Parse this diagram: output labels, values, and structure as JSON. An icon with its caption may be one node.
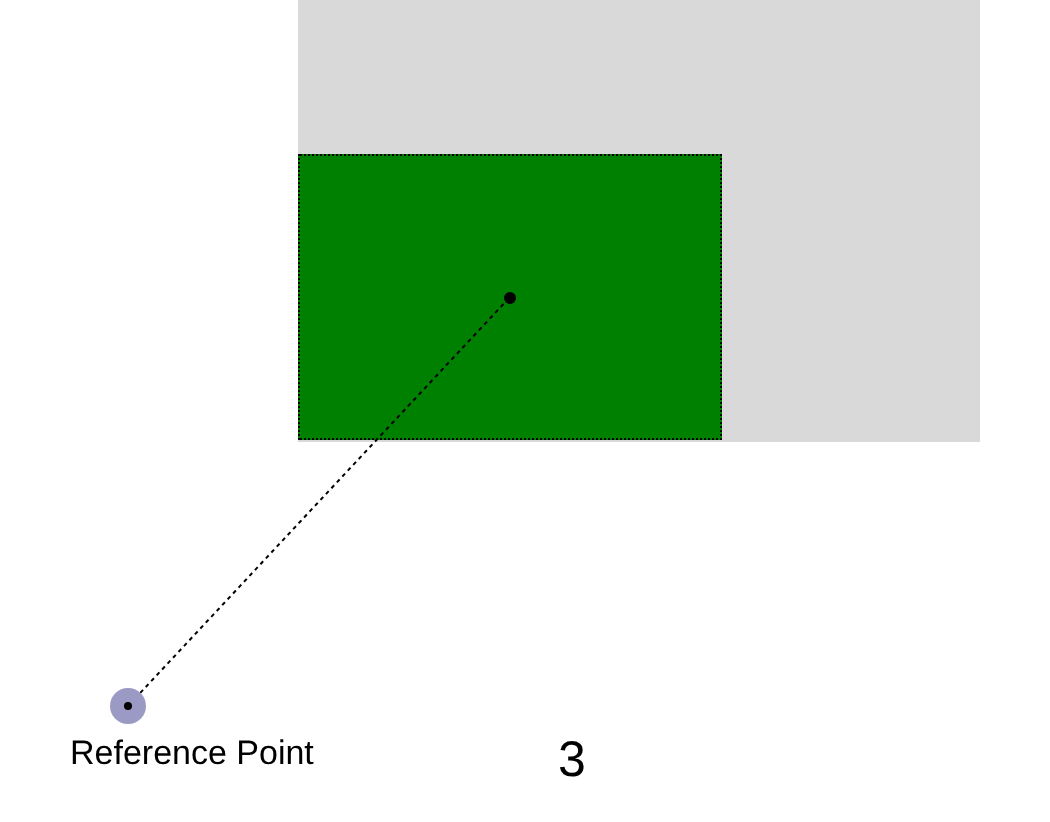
{
  "diagram": {
    "nodes": [
      {
        "text": [],
        "shape": "box"
      },
      {
        "text": [],
        "shape": "circle",
        "in": 0
      },
      {
        "text": [
          "Reference Point"
        ]
      }
    ],
    "edges": [
      {
        "from": 2,
        "to": 1,
        "arrow": "none",
        "style": "dashed"
      }
    ],
    "labels": [
      "3"
    ]
  }
}
